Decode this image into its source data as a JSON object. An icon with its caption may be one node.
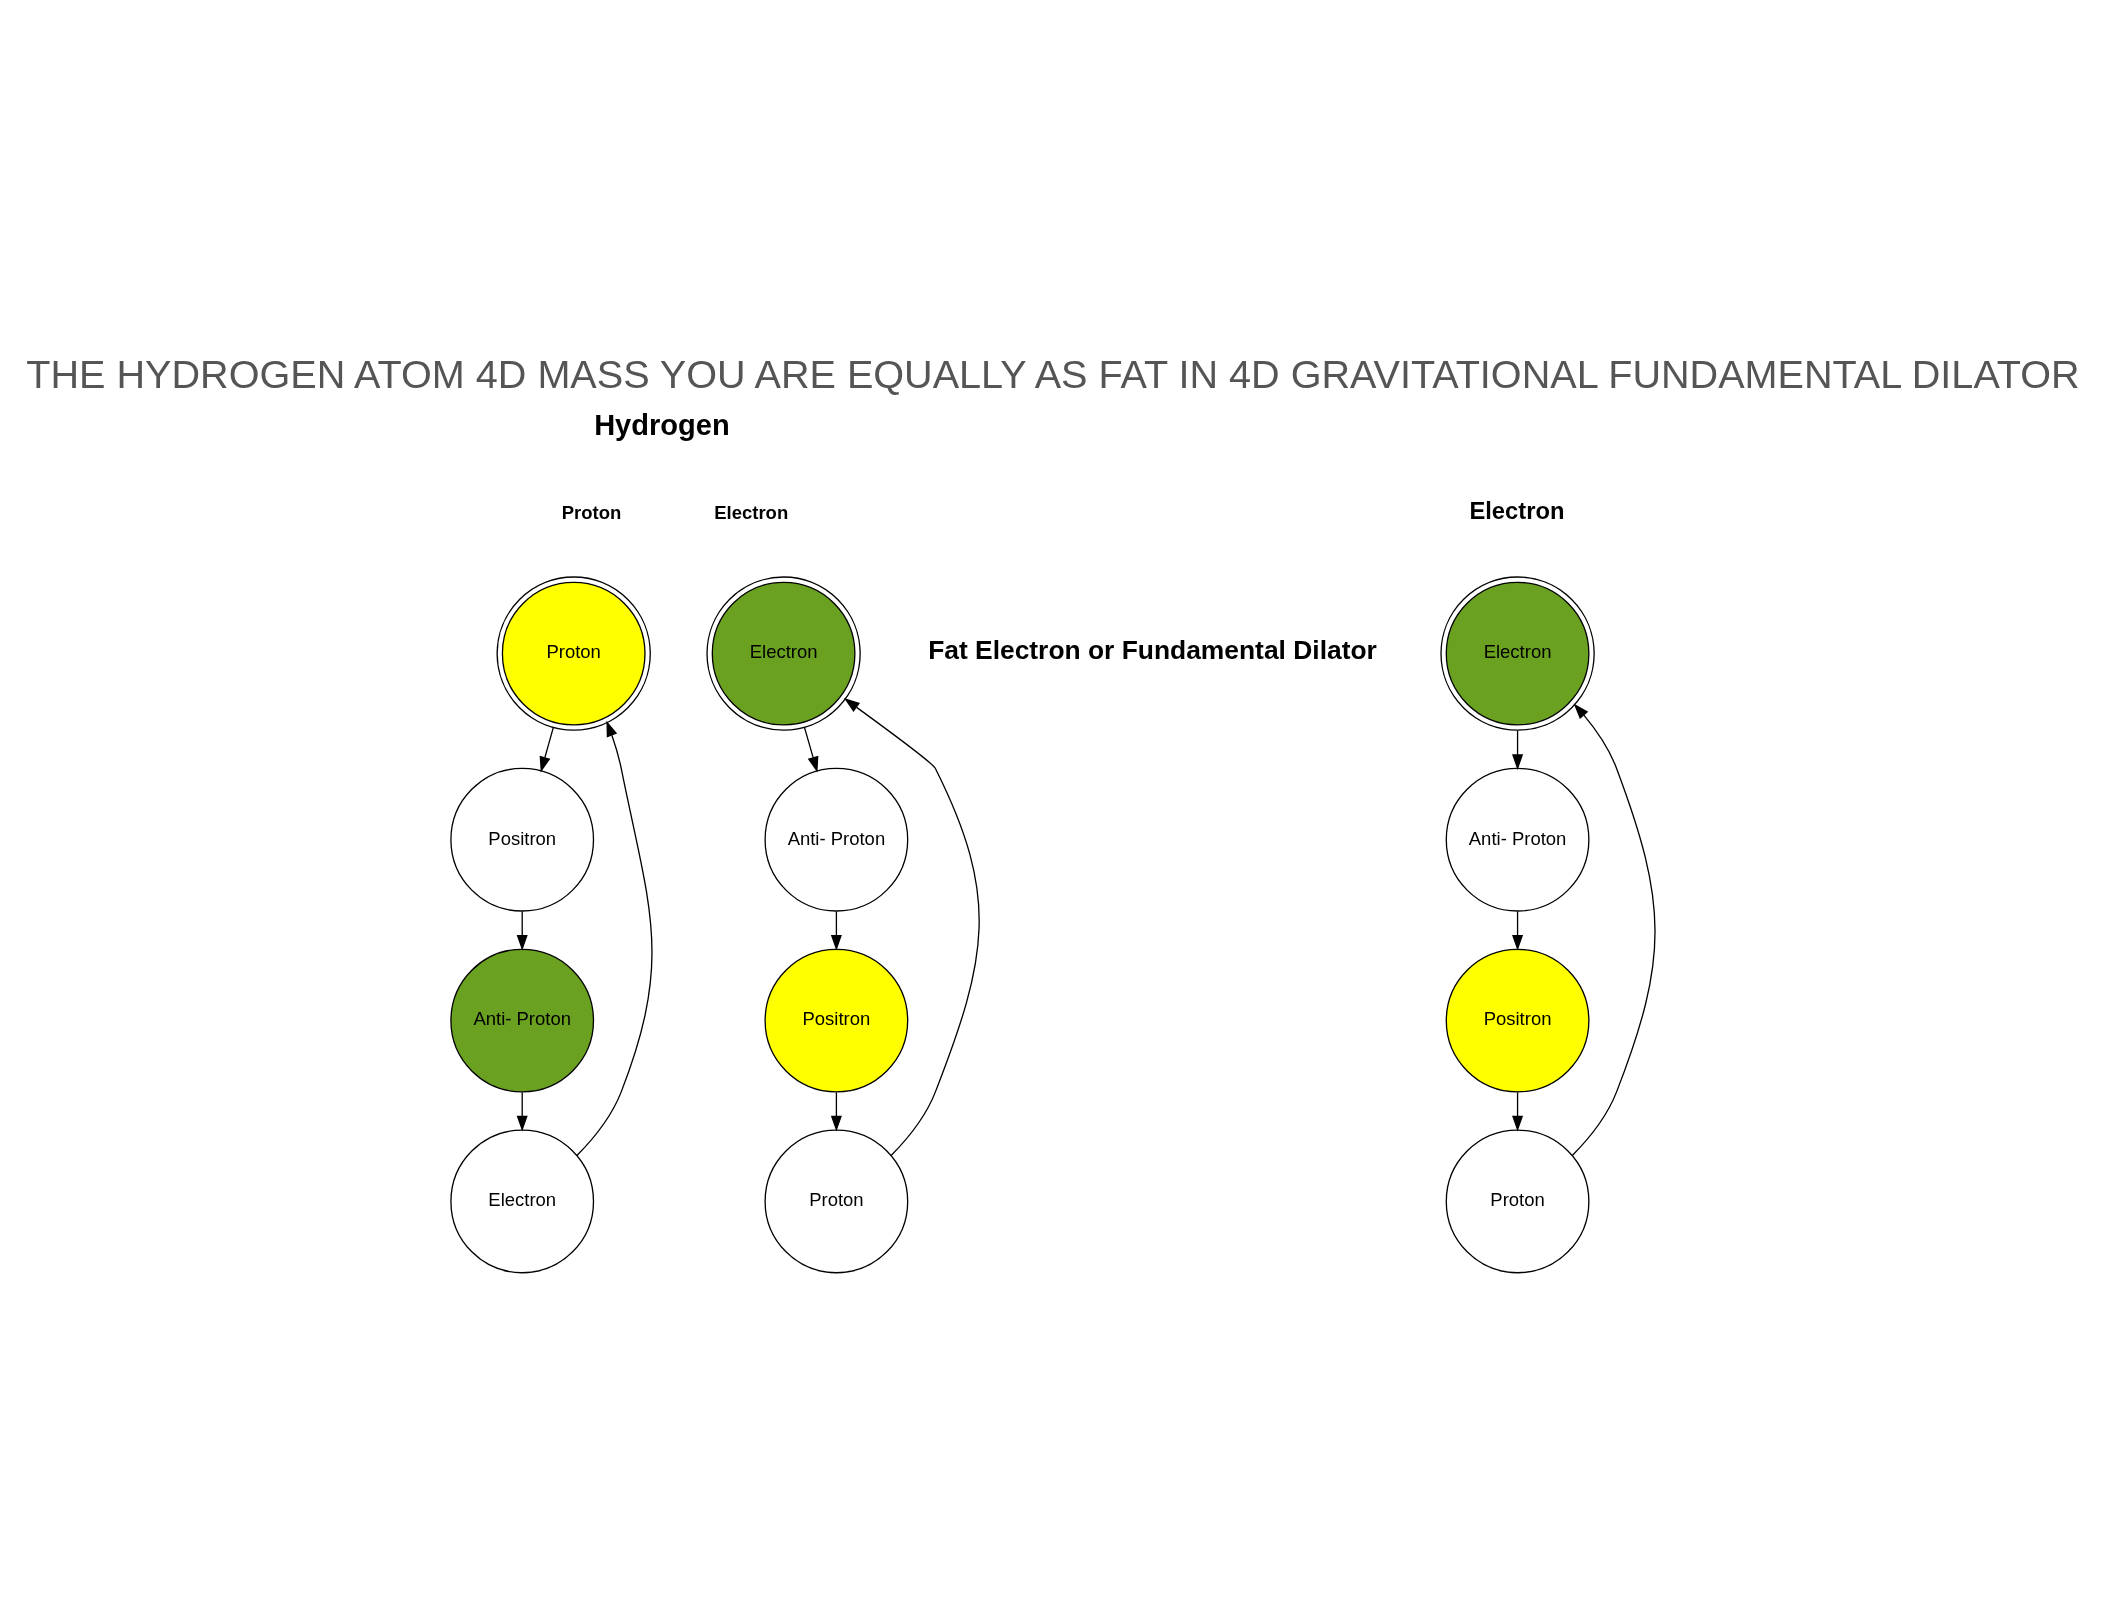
{
  "diagram": {
    "title": "THE HYDROGEN ATOM 4D MASS YOU ARE EQUALLY AS FAT IN 4D GRAVITATIONAL FUNDAMENTAL DILATOR",
    "nodes": [
      {
        "text": [
          "Proton"
        ]
      },
      {
        "text": [
          "Positron"
        ]
      },
      {
        "text": [
          "Anti- Proton"
        ]
      },
      {
        "text": [
          "Electron"
        ]
      },
      {
        "text": [
          "Electron"
        ]
      },
      {
        "text": [
          "Anti- Proton"
        ]
      },
      {
        "text": [
          "Positron"
        ]
      },
      {
        "text": [
          "Proton"
        ]
      },
      {
        "text": [
          "Electron"
        ]
      },
      {
        "text": [
          "Anti- Proton"
        ]
      },
      {
        "text": [
          "Positron"
        ]
      },
      {
        "text": [
          "Proton"
        ]
      }
    ],
    "edges": [
      {
        "from": 0,
        "to": 1,
        "arrow": "to"
      },
      {
        "from": 1,
        "to": 2,
        "arrow": "to"
      },
      {
        "from": 2,
        "to": 3,
        "arrow": "to"
      },
      {
        "from": 3,
        "to": 0,
        "arrow": "to"
      },
      {
        "from": 4,
        "to": 5,
        "arrow": "to"
      },
      {
        "from": 5,
        "to": 6,
        "arrow": "to"
      },
      {
        "from": 6,
        "to": 7,
        "arrow": "to"
      },
      {
        "from": 7,
        "to": 4,
        "arrow": "to"
      },
      {
        "from": 8,
        "to": 9,
        "arrow": "to"
      },
      {
        "from": 9,
        "to": 10,
        "arrow": "to"
      },
      {
        "from": 10,
        "to": 11,
        "arrow": "to"
      },
      {
        "from": 11,
        "to": 8,
        "arrow": "to"
      }
    ],
    "labels": [
      "Hydrogen",
      "Proton",
      "Electron",
      "Electron",
      "Fat Electron or Fundamental Dilator"
    ]
  }
}
